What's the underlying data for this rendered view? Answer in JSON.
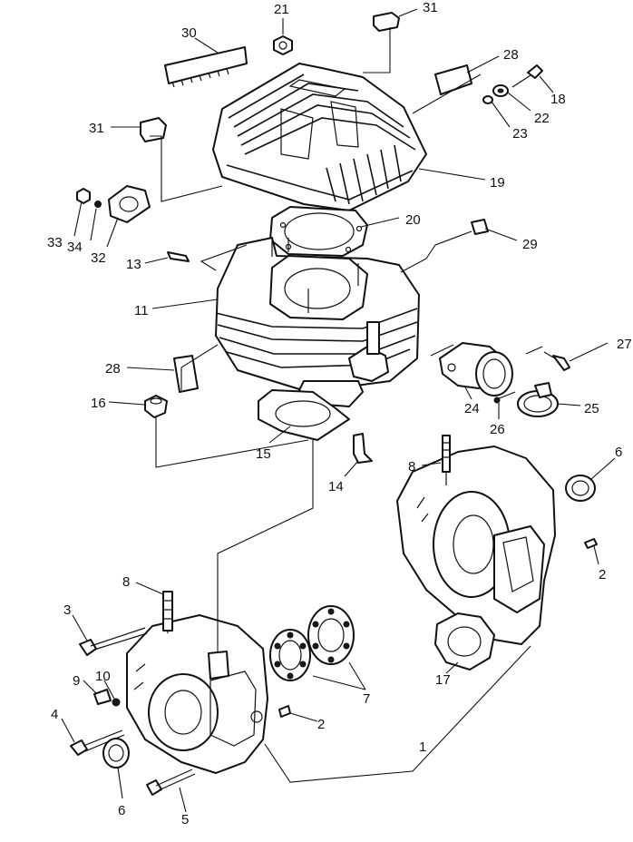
{
  "callouts": [
    "1",
    "2",
    "2",
    "3",
    "4",
    "5",
    "6",
    "6",
    "7",
    "8",
    "8",
    "9",
    "10",
    "11",
    "13",
    "14",
    "15",
    "16",
    "17",
    "18",
    "19",
    "20",
    "21",
    "22",
    "23",
    "24",
    "25",
    "26",
    "27",
    "28",
    "28",
    "29",
    "30",
    "31",
    "31",
    "32",
    "33",
    "34"
  ]
}
